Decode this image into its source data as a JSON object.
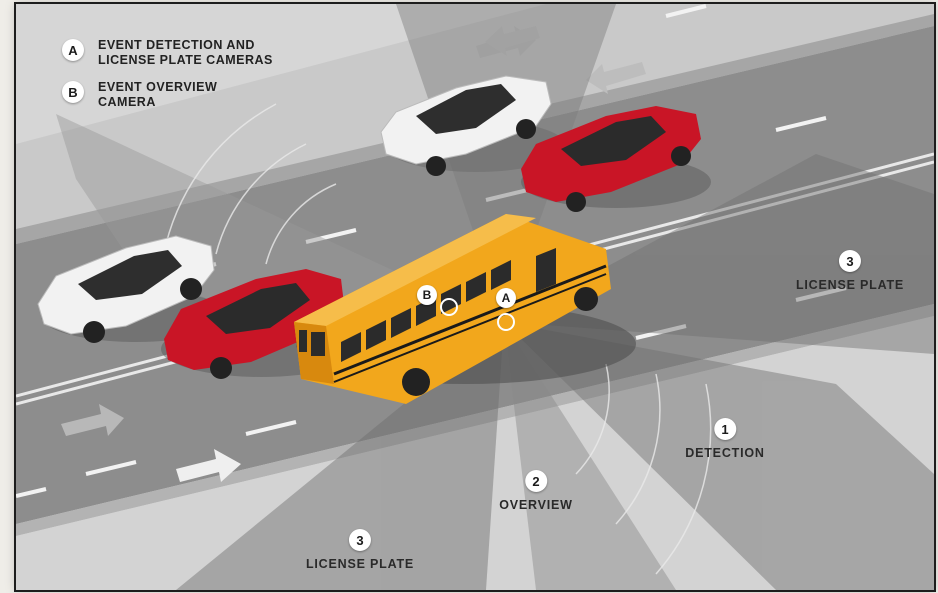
{
  "legend": [
    {
      "letter": "A",
      "text": "EVENT DETECTION AND\nLICENSE PLATE CAMERAS"
    },
    {
      "letter": "B",
      "text": "EVENT OVERVIEW\nCAMERA"
    }
  ],
  "camera_markers": [
    {
      "letter": "B"
    },
    {
      "letter": "A"
    }
  ],
  "zones": [
    {
      "number": "1",
      "label": "DETECTION"
    },
    {
      "number": "2",
      "label": "OVERVIEW"
    },
    {
      "number": "3",
      "label": "LICENSE PLATE"
    },
    {
      "number": "3",
      "label": "LICENSE PLATE"
    }
  ],
  "colors": {
    "bus": "#f2a71c",
    "red_car": "#c91526",
    "white_car": "#f3f3f3",
    "road": "#8c8c8c",
    "sidewalk": "#cfcfcf"
  }
}
